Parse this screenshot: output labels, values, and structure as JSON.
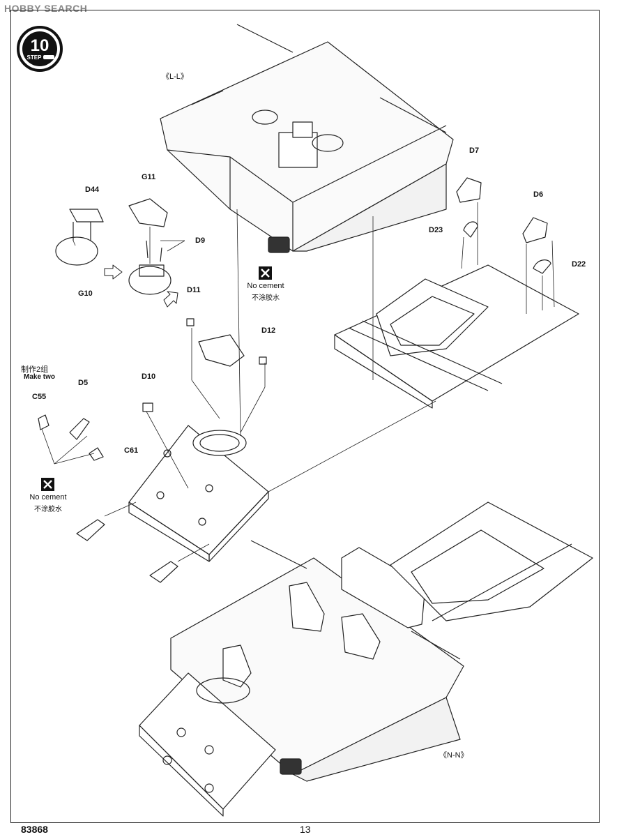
{
  "watermark": "HOBBY SEARCH",
  "step": {
    "number": "10",
    "word": "STEP"
  },
  "views": {
    "top": "《L-L》",
    "bottom": "《N-N》"
  },
  "parts": {
    "D44": "D44",
    "G11": "G11",
    "D9": "D9",
    "G10": "G10",
    "D11": "D11",
    "D12": "D12",
    "D7": "D7",
    "D6": "D6",
    "D23": "D23",
    "D22": "D22",
    "D5": "D5",
    "C55": "C55",
    "C61": "C61",
    "D10": "D10"
  },
  "notes": {
    "no_cement_1": "No cement",
    "no_cement_1_cn": "不涂胶水",
    "no_cement_2": "No cement",
    "no_cement_2_cn": "不涂胶水",
    "make_two_cn": "制作2组",
    "make_two": "Make two"
  },
  "footer": {
    "kit_number": "83868",
    "page_number": "13"
  }
}
